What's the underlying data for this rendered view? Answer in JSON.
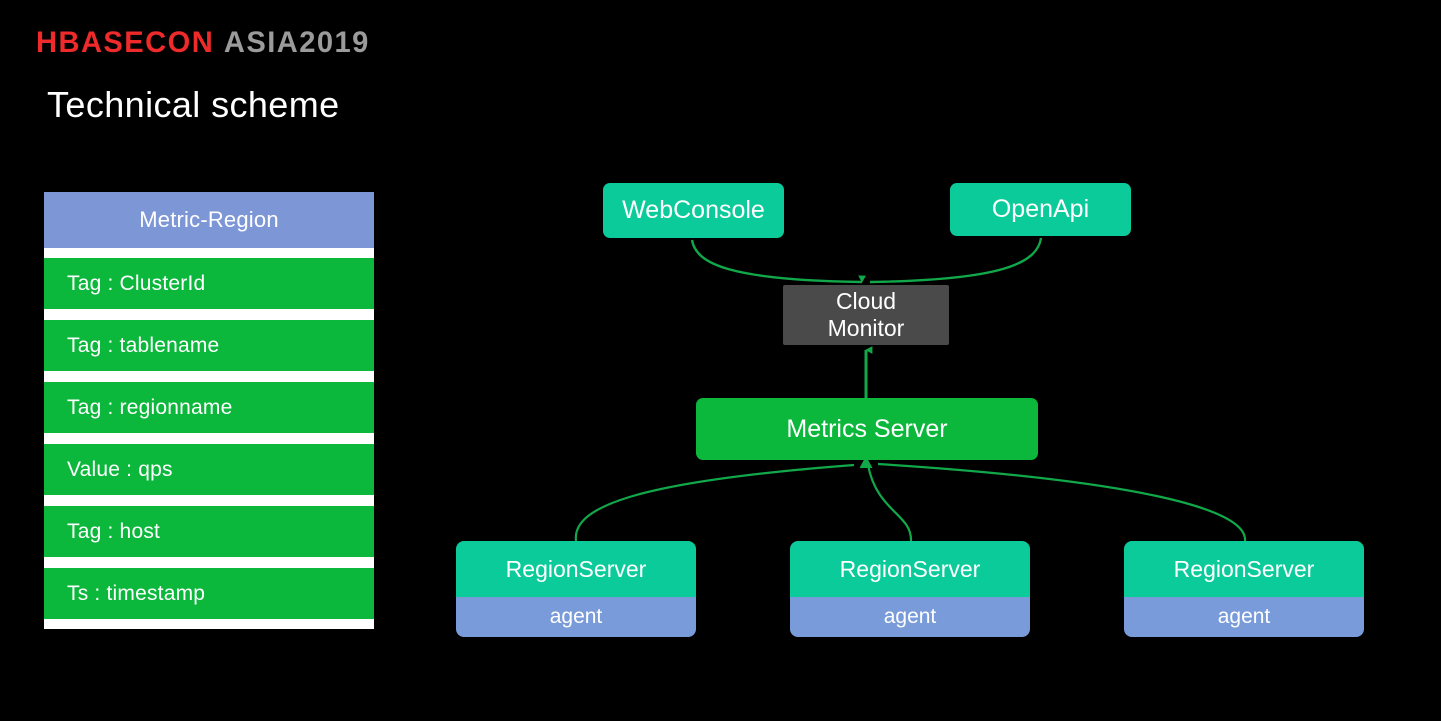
{
  "slide": {
    "background": "#000000",
    "logo": {
      "primary": "HBASECON",
      "secondary": "ASIA2019",
      "primary_color": "#ee2a2a",
      "secondary_color": "#9b9b9b"
    },
    "title": "Technical scheme"
  },
  "schema_table": {
    "header": "Metric-Region",
    "header_color": "#7d97d6",
    "row_color": "#0cb83c",
    "rows": [
      "Tag :  ClusterId",
      "Tag :  tablename",
      "Tag :  regionname",
      "Value :  qps",
      "Tag :  host",
      "Ts : timestamp"
    ]
  },
  "architecture": {
    "colors": {
      "teal": "#0ccb9b",
      "green": "#0cb83c",
      "gray": "#4a4a4a",
      "agent_blue": "#7a9bd9",
      "edge": "#11a84a"
    },
    "nodes": {
      "webconsole": "WebConsole",
      "openapi": "OpenApi",
      "cloud_monitor_line1": "Cloud",
      "cloud_monitor_line2": "Monitor",
      "metrics_server": "Metrics Server"
    },
    "region_servers": [
      {
        "title": "RegionServer",
        "agent": "agent"
      },
      {
        "title": "RegionServer",
        "agent": "agent"
      },
      {
        "title": "RegionServer",
        "agent": "agent"
      }
    ]
  }
}
